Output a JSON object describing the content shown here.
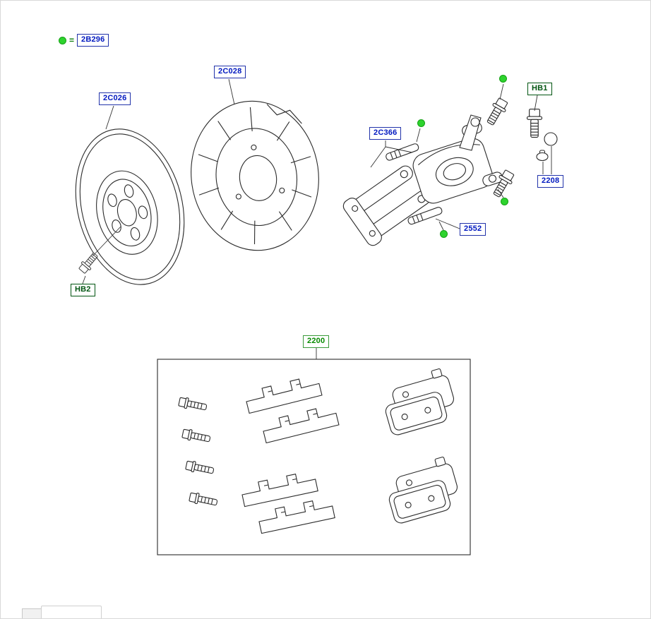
{
  "diagram": {
    "legend": {
      "equals": "=",
      "label": "2B296"
    },
    "labels": {
      "shield": "2C028",
      "disc": "2C026",
      "caliper": "2C366",
      "hb1": "HB1",
      "hardware_2208": "2208",
      "pin_2552": "2552",
      "hb2": "HB2",
      "kit_2200": "2200"
    },
    "colors": {
      "part_label_text": "#0018c0",
      "hb_label_text": "#005511",
      "kit_label_text": "#078a00",
      "marker_green": "#2ed32e",
      "line": "#2b2b2b"
    }
  }
}
